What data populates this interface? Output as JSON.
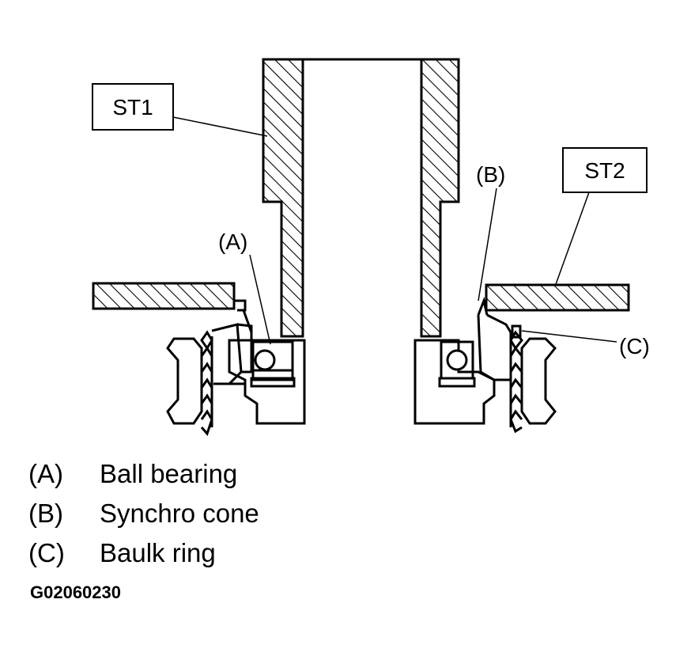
{
  "tools": {
    "st1": "ST1",
    "st2": "ST2"
  },
  "callouts": {
    "a": "(A)",
    "b": "(B)",
    "c": "(C)"
  },
  "legend": [
    {
      "key": "(A)",
      "label": "Ball bearing"
    },
    {
      "key": "(B)",
      "label": "Synchro cone"
    },
    {
      "key": "(C)",
      "label": "Baulk ring"
    }
  ],
  "figure_code": "G02060230"
}
